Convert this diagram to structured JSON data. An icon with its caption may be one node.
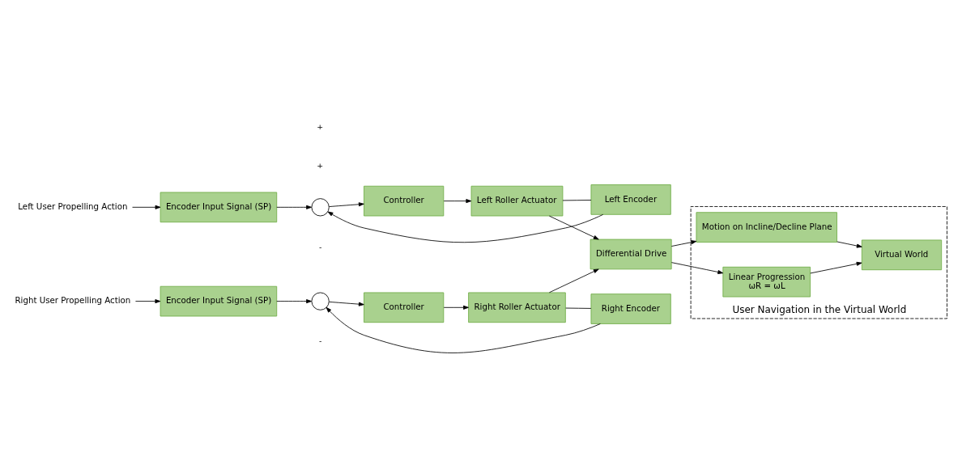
{
  "diagram": {
    "nodes": [
      {
        "text": [
          "Left User Propelling Action"
        ]
      },
      {
        "text": [
          "Encoder Input Signal (SP)"
        ]
      },
      {
        "text": [],
        "shape": "circle"
      },
      {
        "text": [
          "Controller"
        ]
      },
      {
        "text": [
          "Left Roller Actuator"
        ]
      },
      {
        "text": [
          "Left Encoder"
        ]
      },
      {
        "text": [
          "Right User Propelling Action"
        ]
      },
      {
        "text": [
          "Encoder Input Signal (SP)"
        ]
      },
      {
        "text": [],
        "shape": "circle"
      },
      {
        "text": [
          "Controller"
        ]
      },
      {
        "text": [
          "Right Roller Actuator"
        ]
      },
      {
        "text": [
          "Right Encoder"
        ]
      },
      {
        "text": [
          "Differential Drive"
        ]
      },
      {
        "text": [
          "User Navigation in the Virtual World"
        ]
      },
      {
        "text": [
          "Motion on Incline/Decline Plane"
        ],
        "in": 13
      },
      {
        "text": [
          "Linear Progression",
          "ωR = ωL"
        ],
        "in": 13
      },
      {
        "text": [
          "Virtual World"
        ],
        "in": 13
      }
    ],
    "edges": [
      {
        "from": 0,
        "to": 1,
        "arrow": "to"
      },
      {
        "from": 1,
        "to": 2,
        "arrow": "to"
      },
      {
        "from": 2,
        "to": 3,
        "arrow": "to"
      },
      {
        "from": 3,
        "to": 4,
        "arrow": "to"
      },
      {
        "from": 4,
        "to": 5,
        "arrow": "none"
      },
      {
        "from": 5,
        "to": 2,
        "arrow": "to"
      },
      {
        "from": 4,
        "to": 12,
        "arrow": "to"
      },
      {
        "from": 6,
        "to": 7,
        "arrow": "to"
      },
      {
        "from": 7,
        "to": 8,
        "arrow": "to"
      },
      {
        "from": 8,
        "to": 9,
        "arrow": "to"
      },
      {
        "from": 9,
        "to": 10,
        "arrow": "to"
      },
      {
        "from": 10,
        "to": 11,
        "arrow": "none"
      },
      {
        "from": 11,
        "to": 8,
        "arrow": "to"
      },
      {
        "from": 10,
        "to": 12,
        "arrow": "to"
      },
      {
        "from": 12,
        "to": 14,
        "arrow": "to"
      },
      {
        "from": 12,
        "to": 15,
        "arrow": "to"
      },
      {
        "from": 14,
        "to": 16,
        "arrow": "to"
      },
      {
        "from": 15,
        "to": 16,
        "arrow": "to"
      }
    ],
    "labels": [
      "+",
      "-",
      "+",
      "-"
    ]
  }
}
